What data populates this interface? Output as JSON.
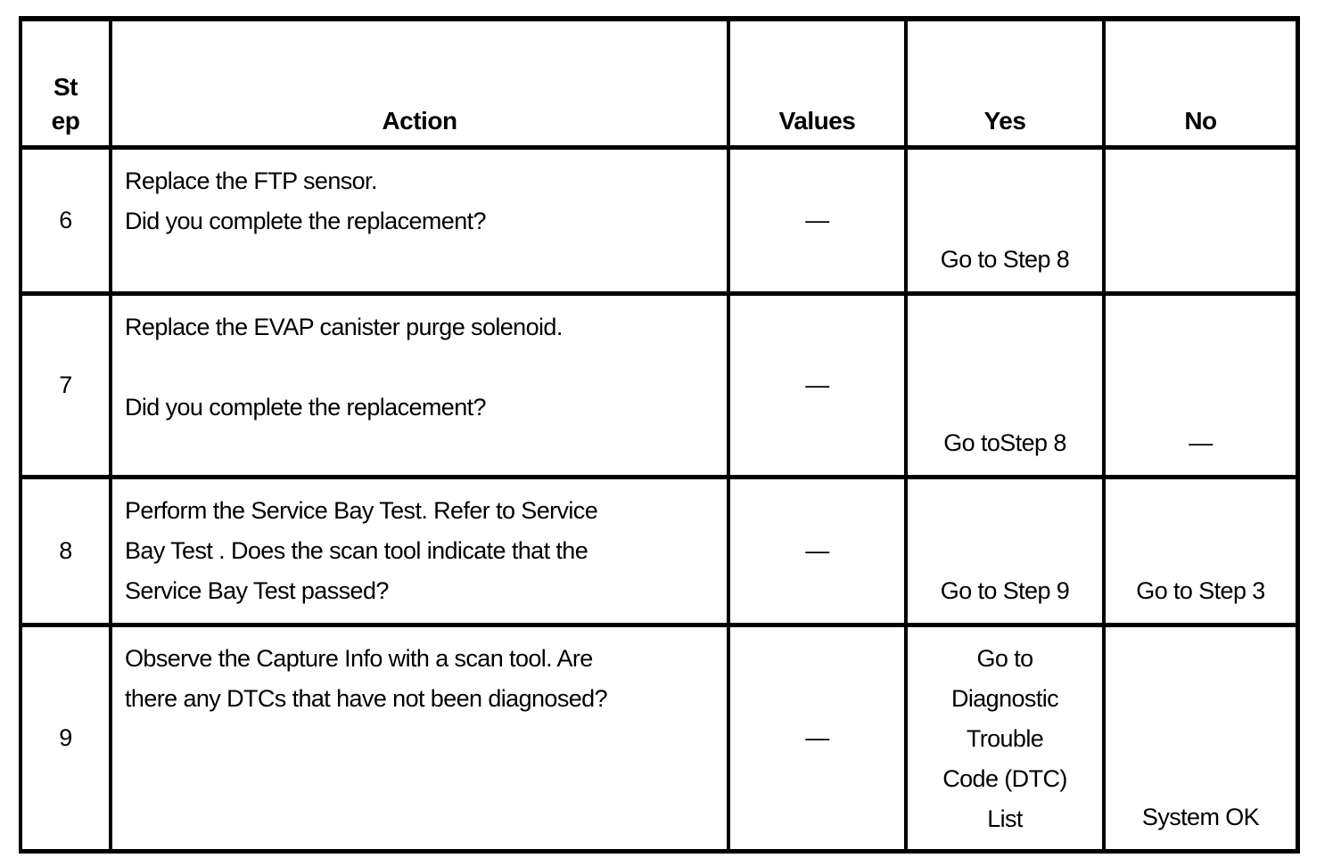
{
  "page": {
    "background_color": "#ffffff",
    "line_color": "#000000",
    "text_color": "#000000"
  },
  "table": {
    "headers": {
      "step": "St\nep",
      "action": "Action",
      "values": "Values",
      "yes": "Yes",
      "no": "No"
    },
    "rows": [
      {
        "step": "6",
        "action": "Replace the FTP sensor.\nDid you complete the replacement?",
        "values": "—",
        "yes": "Go to Step 8",
        "no": ""
      },
      {
        "step": "7",
        "action": "Replace the EVAP canister purge solenoid.\n\nDid you complete the replacement?",
        "values": "—",
        "yes": "Go toStep 8",
        "no": "—"
      },
      {
        "step": "8",
        "action": "Perform the Service Bay Test. Refer to Service\nBay Test . Does the scan tool indicate that the\nService Bay Test passed?",
        "values": "—",
        "yes": "Go to Step 9",
        "no": "Go to Step 3"
      },
      {
        "step": "9",
        "action": "Observe the Capture Info with a scan tool. Are\nthere any DTCs that have not been diagnosed?",
        "values": "—",
        "yes": "Go to\nDiagnostic\nTrouble\nCode (DTC)\nList",
        "no": "System OK"
      }
    ]
  }
}
